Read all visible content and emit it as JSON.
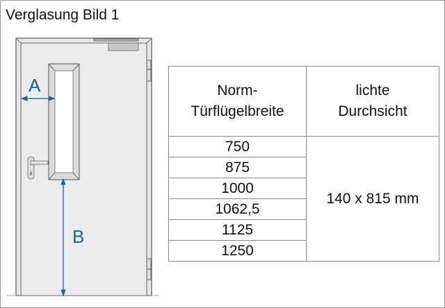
{
  "title": "Verglasung Bild 1",
  "diagram": {
    "label_a": "A",
    "label_b": "B",
    "accent_color": "#1f5f9e"
  },
  "table": {
    "header_col1_line1": "Norm-",
    "header_col1_line2": "Türflügelbreite",
    "header_col2_line1": "lichte",
    "header_col2_line2": "Durchsicht",
    "rows": [
      "750",
      "875",
      "1000",
      "1062,5",
      "1125",
      "1250"
    ],
    "clear_view": "140 x 815 mm"
  }
}
